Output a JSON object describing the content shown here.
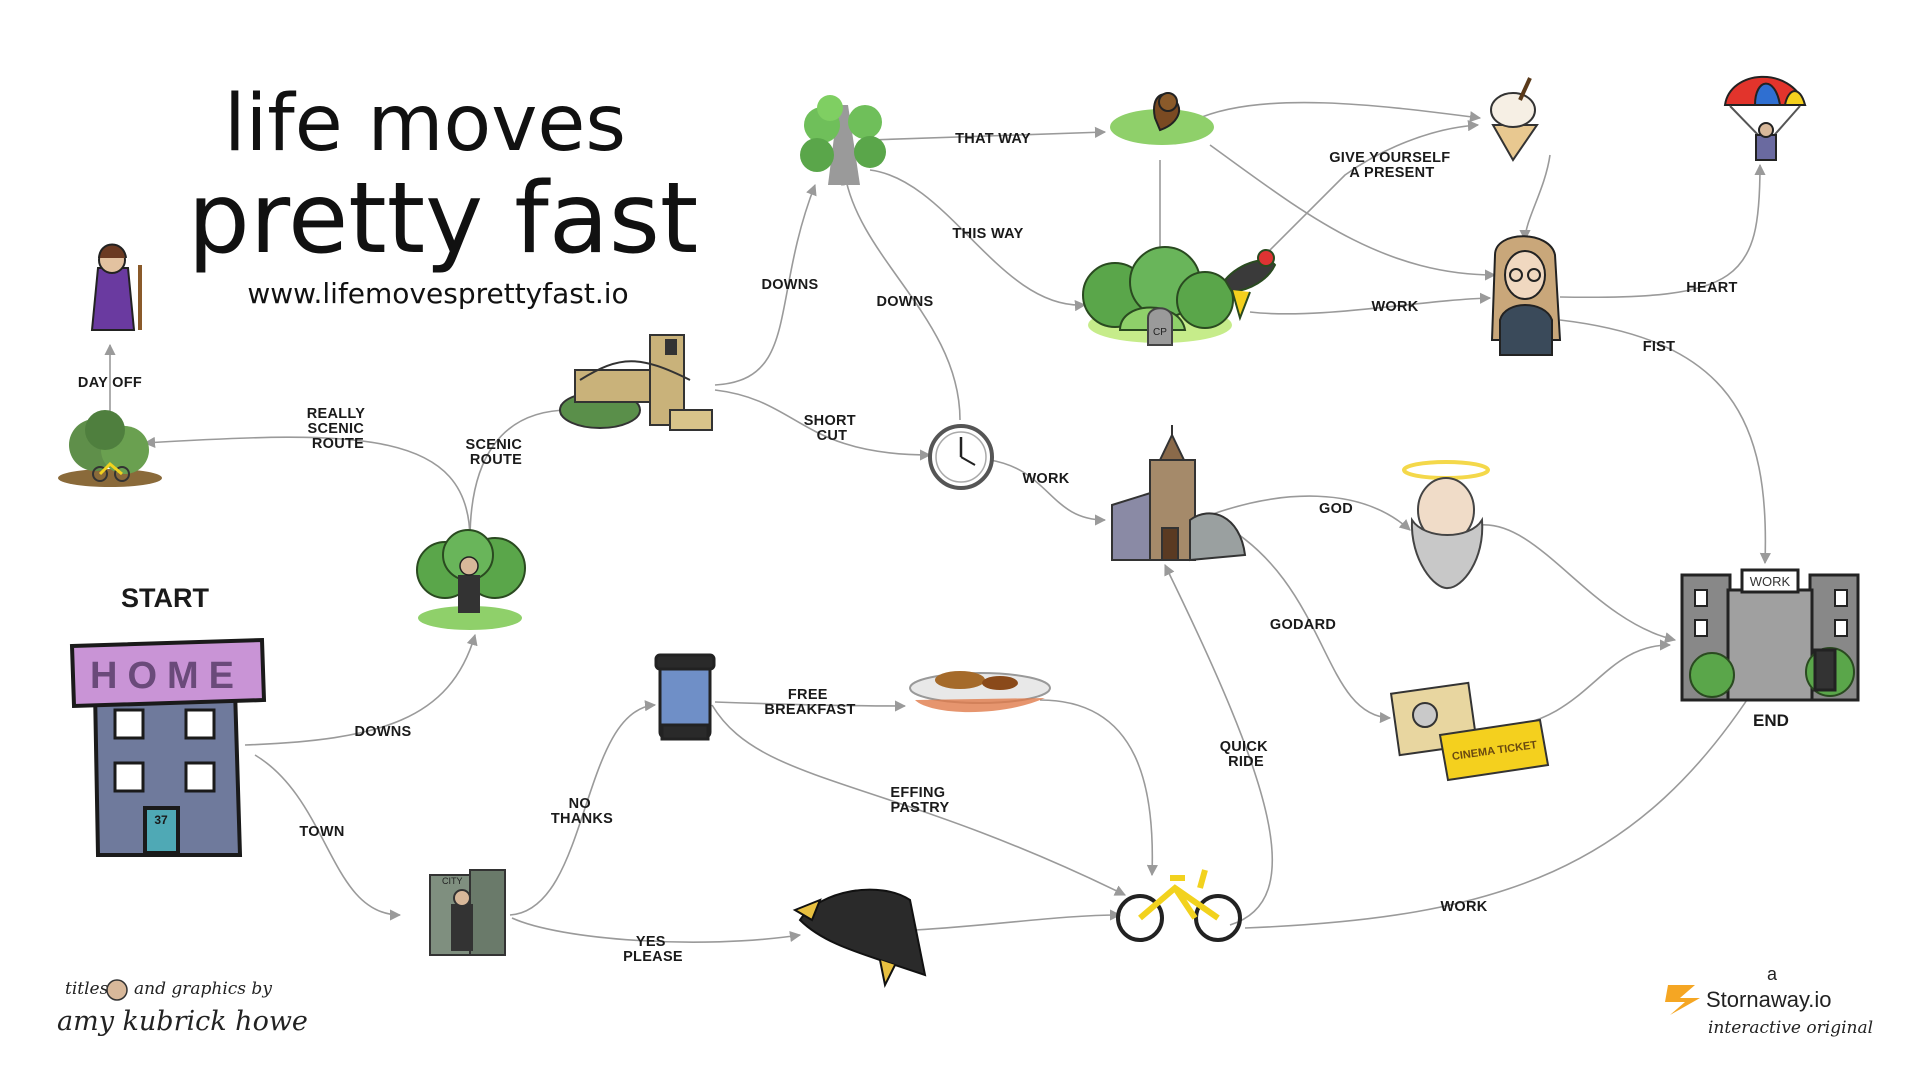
{
  "title": {
    "line1": "life moves",
    "line2": "pretty fast",
    "url": "www.lifemovesprettyfast.io"
  },
  "start_label": "START",
  "end_label": "END",
  "home_sign": "HOME",
  "house_number": "37",
  "work_sign": "WORK",
  "city_sign": "CITY",
  "cinema_ticket": "CINEMA TICKET",
  "cp_tombstone": "CP",
  "edge_labels": {
    "day_off": [
      "DAY OFF"
    ],
    "really_scenic_route": [
      "REALLY",
      "SCENIC",
      "ROUTE"
    ],
    "scenic_route": [
      "SCENIC",
      "ROUTE"
    ],
    "downs_home": [
      "DOWNS"
    ],
    "town": [
      "TOWN"
    ],
    "downs_bridge": [
      "DOWNS"
    ],
    "short_cut": [
      "SHORT",
      "CUT"
    ],
    "downs_clock": [
      "DOWNS"
    ],
    "that_way": [
      "THAT WAY"
    ],
    "this_way": [
      "THIS WAY"
    ],
    "give_yourself": [
      "GIVE YOURSELF",
      "A PRESENT"
    ],
    "work_tree": [
      "WORK"
    ],
    "heart": [
      "HEART"
    ],
    "fist": [
      "FIST"
    ],
    "work_clock": [
      "WORK"
    ],
    "god": [
      "GOD"
    ],
    "godard": [
      "GODARD"
    ],
    "quick_ride": [
      "QUICK",
      "RIDE"
    ],
    "free_breakfast": [
      "FREE",
      "BREAKFAST"
    ],
    "effing_pastry": [
      "EFFING",
      "PASTRY"
    ],
    "no_thanks": [
      "NO",
      "THANKS"
    ],
    "yes_please": [
      "YES",
      "PLEASE"
    ],
    "work_bike": [
      "WORK"
    ]
  },
  "credit": {
    "line1a": "titles",
    "line1b": "and graphics by",
    "line2": "amy kubrick howe"
  },
  "brand": {
    "pre": "a",
    "name": "Stornaway.io",
    "tag": "interactive original"
  },
  "colors": {
    "home_sign": "#c994d6",
    "building": "#6f7a9c",
    "door": "#4fa9b5",
    "tree": "#5aa64a",
    "tree_light": "#8fd06a",
    "bike": "#f2d21e",
    "stone": "#c9b27a",
    "parachute_red": "#e2342c",
    "parachute_blue": "#2f6fd1",
    "parachute_yellow": "#f4d01e",
    "cup": "#6f8fc7",
    "halo": "#f4d84a",
    "brand_orange": "#f5a623",
    "arrow": "#9a9a9a"
  }
}
